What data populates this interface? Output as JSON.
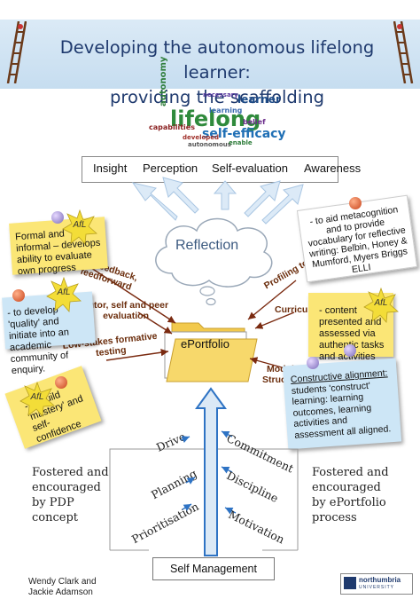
{
  "title": {
    "line1": "Developing the autonomous lifelong learner:",
    "line2": "providing the scaffolding"
  },
  "word_cloud": {
    "main": "lifelong",
    "learner": "learner",
    "efficacy": "self-efficacy",
    "learning": "learning",
    "necessary": "necessary",
    "autonomy": "autonomy",
    "capabilities": "capabilities",
    "belief": "belief",
    "developed": "developed",
    "autonomous": "autonomous",
    "enable": "enable"
  },
  "top_box": [
    "Insight",
    "Perception",
    "Self-evaluation",
    "Awareness"
  ],
  "reflection": "Reflection",
  "eportfolio": "ePortfolio",
  "afl_label": "AfL",
  "notes": {
    "formal": "Formal and informal – develops ability to evaluate own progress",
    "metacognition": "- to aid metacognition and to provide vocabulary for reflective writing: Belbin, Honey & Mumford, Myers Briggs ELLI",
    "quality": "- to develop 'quality' and initiate into an academic community of enquiry.",
    "content": "- content presented and assessed via authentic tasks and activities",
    "mastery": "- to build 'mastery' and self-confidence",
    "alignment_title": "Constructive alignment:",
    "alignment_body": " students 'construct' learning: learning outcomes, learning activities and assessment all aligned."
  },
  "labels": {
    "feedback": "Feedback,",
    "feedforward": "feedforward",
    "profiling": "Profiling tools",
    "tutor1": "Tutor, self and peer",
    "tutor2": "evaluation",
    "curriculum": "Curriculum",
    "lowstakes1": "Low-stakes formative",
    "lowstakes2": "testing",
    "module1": "Module",
    "module2": "Structure"
  },
  "left_text": "Fostered and encouraged by PDP concept",
  "right_text": "Fostered and encouraged by ePortfolio process",
  "skills_left": [
    "Drive",
    "Planning",
    "Prioritisation"
  ],
  "skills_right": [
    "Commitment",
    "Discipline",
    "Motivation"
  ],
  "self_management": "Self Management",
  "authors": {
    "line1": "Wendy Clark and",
    "line2": "Jackie Adamson"
  },
  "logo": {
    "name": "northumbria",
    "sub": "UNIVERSITY"
  },
  "colors": {
    "title": "#1f3a6e",
    "arrow": "#2e73c4",
    "label": "#6b2d0c",
    "note_yellow": "#fbe676",
    "note_blue": "#cde6f6"
  }
}
